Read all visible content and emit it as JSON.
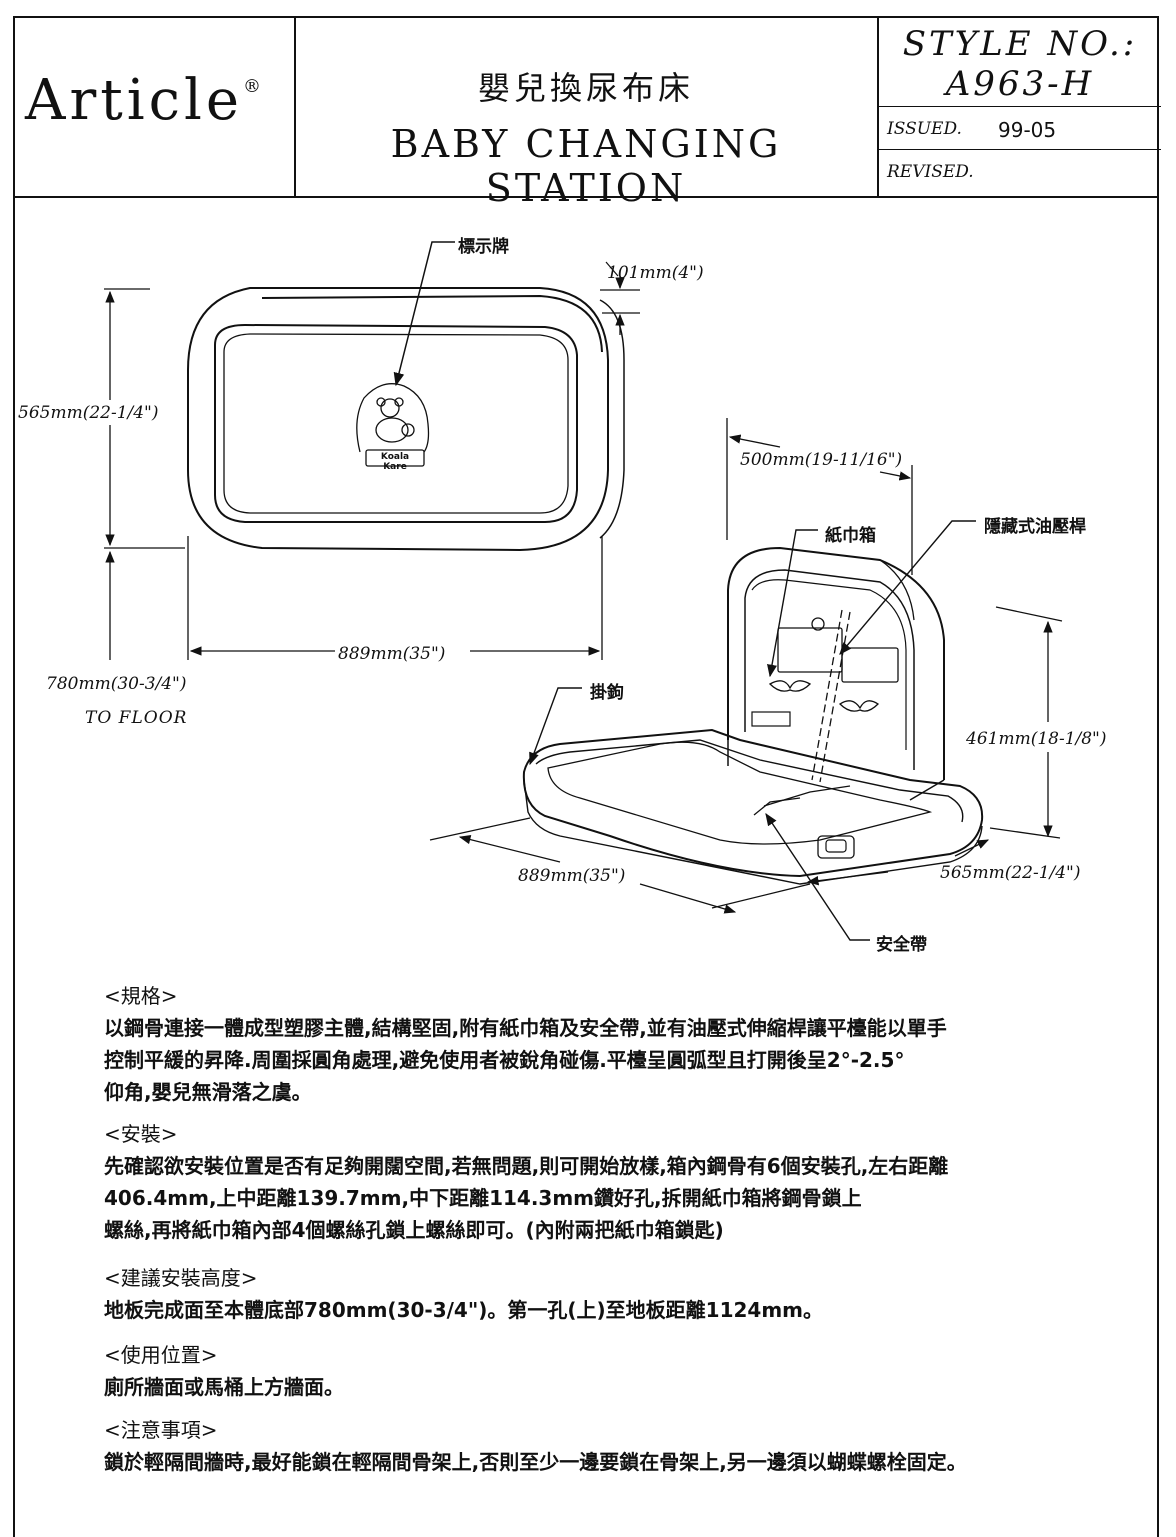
{
  "header": {
    "brand": "Article",
    "brand_mark": "®",
    "title_zh": "嬰兒換尿布床",
    "title_en": "BABY CHANGING STATION",
    "style_label": "STYLE NO.:",
    "style_value": "A963-H",
    "issued_label": "ISSUED.",
    "issued_value": "99-05",
    "revised_label": "REVISED."
  },
  "drawing": {
    "dims": {
      "depth_top": "101mm(4\")",
      "height_closed": "565mm(22-1/4\")",
      "width_closed": "889mm(35\")",
      "to_floor_value": "780mm(30-3/4\")",
      "to_floor_text": "TO FLOOR",
      "depth_open": "500mm(19-11/16\")",
      "height_open": "461mm(18-1/8\")",
      "width_open": "889mm(35\")",
      "projection_open": "565mm(22-1/4\")"
    },
    "labels": {
      "sign_plate": "標示牌",
      "tissue_box": "紙巾箱",
      "hydraulic_strut": "隱藏式油壓桿",
      "hook": "掛鉤",
      "safety_strap": "安全帶"
    },
    "logo_text": "Koala Kare"
  },
  "sections": [
    {
      "heading": "<規格>",
      "lines": [
        "以鋼骨連接一體成型塑膠主體,結構堅固,附有紙巾箱及安全帶,並有油壓式伸縮桿讓平檯能以單手",
        "控制平緩的昇降.周圍採圓角處理,避免使用者被銳角碰傷.平檯呈圓弧型且打開後呈2°-2.5°",
        "仰角,嬰兒無滑落之虞。"
      ]
    },
    {
      "heading": "<安裝>",
      "lines": [
        "先確認欲安裝位置是否有足夠開闊空間,若無問題,則可開始放樣,箱內鋼骨有6個安裝孔,左右距離",
        "406.4mm,上中距離139.7mm,中下距離114.3mm鑽好孔,拆開紙巾箱將鋼骨鎖上",
        "螺絲,再將紙巾箱內部4個螺絲孔鎖上螺絲即可。(內附兩把紙巾箱鎖匙)"
      ]
    },
    {
      "heading": "<建議安裝高度>",
      "lines": [
        "地板完成面至本體底部780mm(30-3/4\")。第一孔(上)至地板距離1124mm。"
      ]
    },
    {
      "heading": "<使用位置>",
      "lines": [
        "廁所牆面或馬桶上方牆面。"
      ]
    },
    {
      "heading": "<注意事項>",
      "lines": [
        "鎖於輕隔間牆時,最好能鎖在輕隔間骨架上,否則至少一邊要鎖在骨架上,另一邊須以蝴蝶螺栓固定。"
      ]
    }
  ]
}
